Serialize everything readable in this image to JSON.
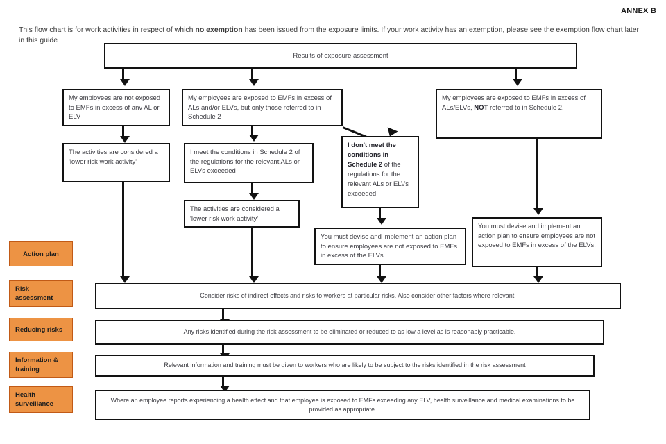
{
  "header": {
    "annex": "ANNEX B",
    "intro_before": "This flow chart is for work activities in respect of which ",
    "intro_emphasis": "no exemption",
    "intro_after": " has been issued from the exposure limits. If your work activity has an exemption, please see the exemption flow chart later in this guide"
  },
  "flow": {
    "root": "Results of exposure assessment",
    "branch_left_1": "My employees are not exposed to EMFs in excess of anv AL or ELV",
    "branch_left_2": "The activities are considered a 'lower risk work activity'",
    "branch_mid_1": "My employees are exposed to EMFs in excess of ALs and/or ELVs, but only those referred to in Schedule 2",
    "branch_mid_2": "I meet the conditions in Schedule 2 of the regulations for the relevant ALs or ELVs exceeded",
    "branch_mid_3": "The activities are considered a 'lower risk work activity'",
    "branch_nomeet_pre": "I don't meet the conditions in Schedule 2",
    "branch_nomeet_post": " of the regulations for the relevant ALs or ELVs exceeded",
    "branch_right_1_a": "My employees are exposed to EMFs in excess of ALs/ELVs, ",
    "branch_right_1_b": "NOT",
    "branch_right_1_c": " referred to in Schedule 2.",
    "action_mid": "You must devise and implement an action plan to ensure employees are not exposed to EMFs in excess of the ELVs.",
    "action_right": "You must devise and implement an action plan to ensure employees are not exposed to EMFs in excess of the ELVs.",
    "risk_assessment": "Consider risks of indirect effects and risks to workers at particular risks.  Also consider other factors where relevant.",
    "reducing_risks": "Any risks identified during the risk assessment to be eliminated or reduced to as low a level as is reasonably practicable.",
    "information_training": "Relevant information and training must be given to workers who are likely to be subject to the risks identified in the risk assessment",
    "health_surveillance": "Where an employee reports experiencing a health effect and that employee is exposed to EMFs exceeding any ELV, health surveillance and medical examinations to be provided as appropriate."
  },
  "categories": [
    {
      "label": "Action plan"
    },
    {
      "label": "Risk assessment"
    },
    {
      "label": "Reducing risks"
    },
    {
      "label": "Information & training"
    },
    {
      "label": "Health surveillance"
    }
  ],
  "colors": {
    "accent_orange": "#ED9344",
    "accent_orange_border": "#C15A16",
    "box_border": "#121212",
    "text": "#3c3c42"
  }
}
